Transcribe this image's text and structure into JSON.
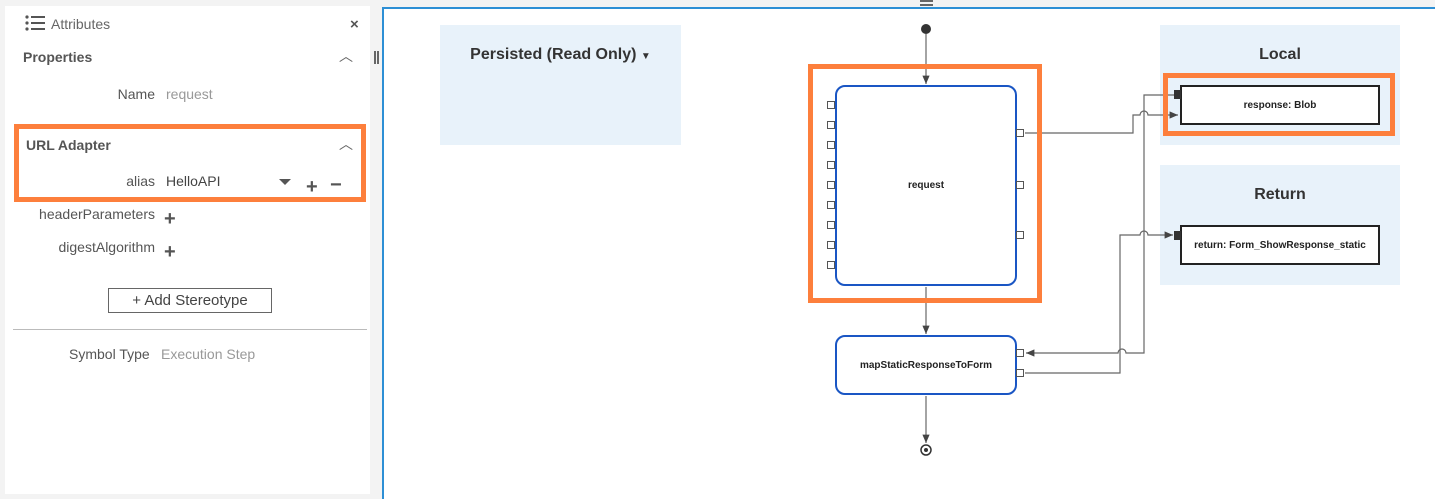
{
  "panel": {
    "title": "Attributes",
    "close": "×",
    "properties": {
      "title": "Properties",
      "name_label": "Name",
      "name_value": "request"
    },
    "url_adapter": {
      "title": "URL Adapter",
      "alias_label": "alias",
      "alias_value": "HelloAPI"
    },
    "header_parameters_label": "headerParameters",
    "digest_algorithm_label": "digestAlgorithm",
    "add_stereotype": "+ Add Stereotype",
    "symbol_type_label": "Symbol Type",
    "symbol_type_value": "Execution Step"
  },
  "diagram": {
    "persisted_title": "Persisted (Read Only)",
    "local_title": "Local",
    "return_title": "Return",
    "request_node": "request",
    "map_node": "mapStaticResponseToForm",
    "response_var": "response: Blob",
    "return_var": "return: Form_ShowResponse_static"
  },
  "colors": {
    "highlight": "#fd7f3c",
    "node_border": "#1a56c4",
    "zone": "#e8f2fa",
    "canvas_border": "#2d8fd5"
  }
}
